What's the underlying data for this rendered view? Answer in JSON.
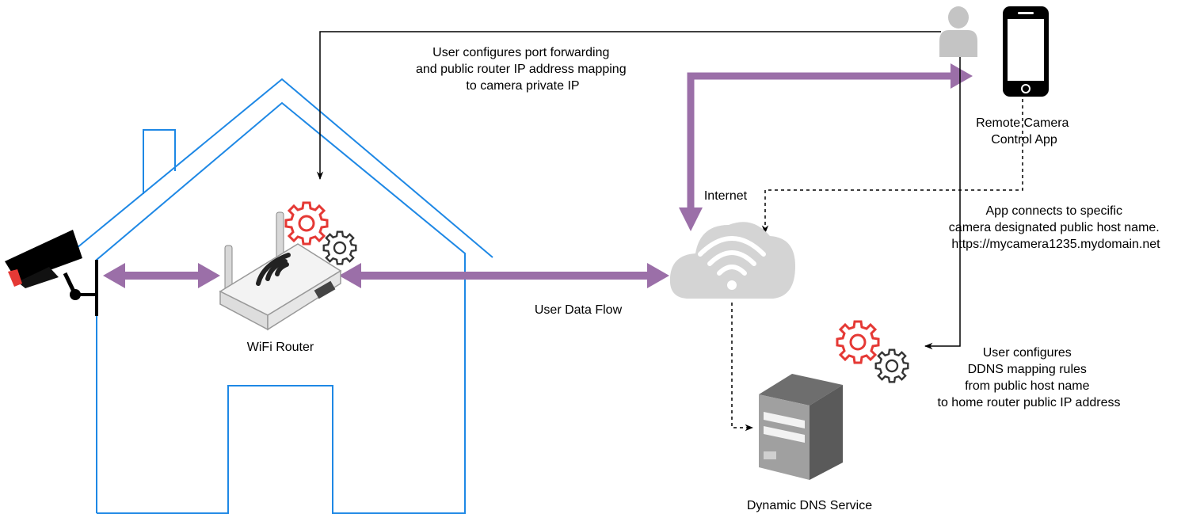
{
  "colors": {
    "house": "#1e88e5",
    "data_flow": "#9b6fa8",
    "connector": "#000000",
    "gear_red": "#e53935",
    "gear_dark": "#333333",
    "cloud": "#d4d4d4",
    "server": "#8e8e8e",
    "person": "#c4c4c4"
  },
  "labels": {
    "port_forwarding": [
      "User configures port forwarding",
      "and public router IP address mapping",
      "to camera private IP"
    ],
    "internet": "Internet",
    "remote_app": [
      "Remote Camera",
      "Control App"
    ],
    "app_connects": [
      "App connects to specific",
      "camera designated public host name.",
      "https://mycamera1235.mydomain.net"
    ],
    "wifi_router": "WiFi Router",
    "user_data_flow": "User Data Flow",
    "ddns_config": [
      "User configures",
      "DDNS mapping rules",
      "from public host name",
      "to home router public IP address"
    ],
    "dns_service": "Dynamic DNS Service"
  },
  "icons": {
    "camera": "security-camera-icon",
    "router": "wifi-router-icon",
    "cloud": "cloud-wifi-icon",
    "server": "server-icon",
    "user": "user-icon",
    "phone": "smartphone-icon",
    "gear": "gear-icon"
  }
}
